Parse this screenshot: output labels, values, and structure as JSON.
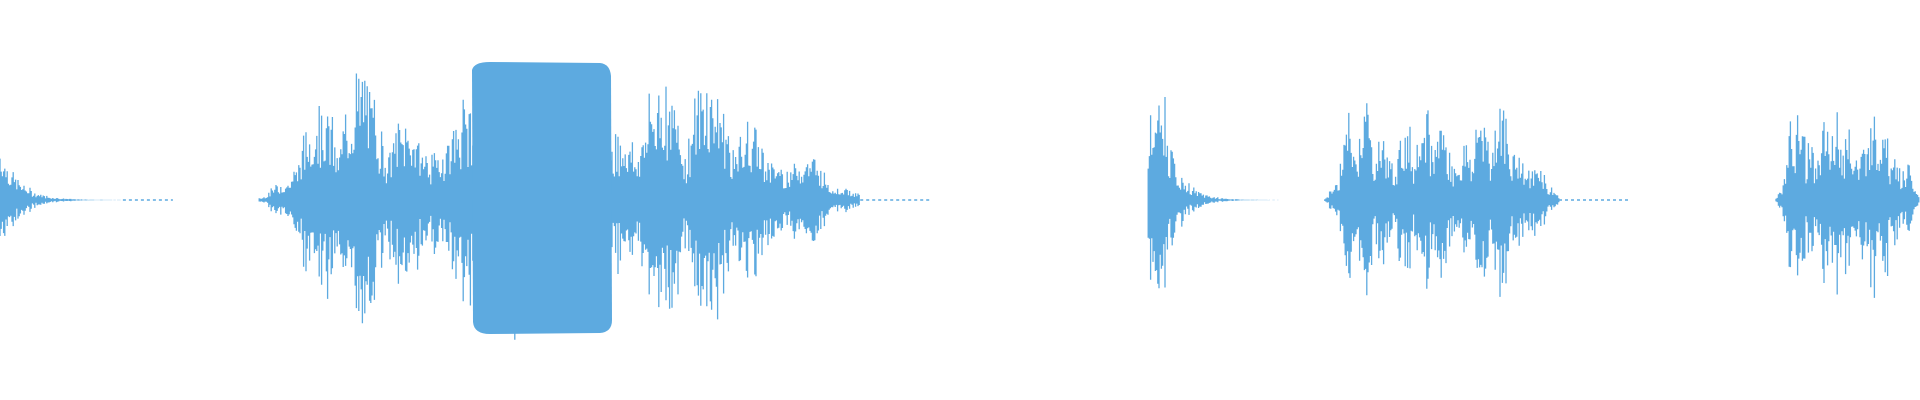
{
  "waveform": {
    "color": "#5DAAE0",
    "background": "#FFFFFF",
    "segments": [
      {
        "start": 0.0,
        "end": 0.064,
        "peak": 0.32,
        "shape": "decay"
      },
      {
        "start": 0.135,
        "end": 0.448,
        "peak": 0.7,
        "shape": "speech"
      },
      {
        "start": 0.598,
        "end": 0.672,
        "peak": 0.62,
        "shape": "burst"
      },
      {
        "start": 0.69,
        "end": 0.812,
        "peak": 0.57,
        "shape": "speech"
      },
      {
        "start": 0.925,
        "end": 1.0,
        "peak": 0.58,
        "shape": "speech"
      }
    ]
  }
}
